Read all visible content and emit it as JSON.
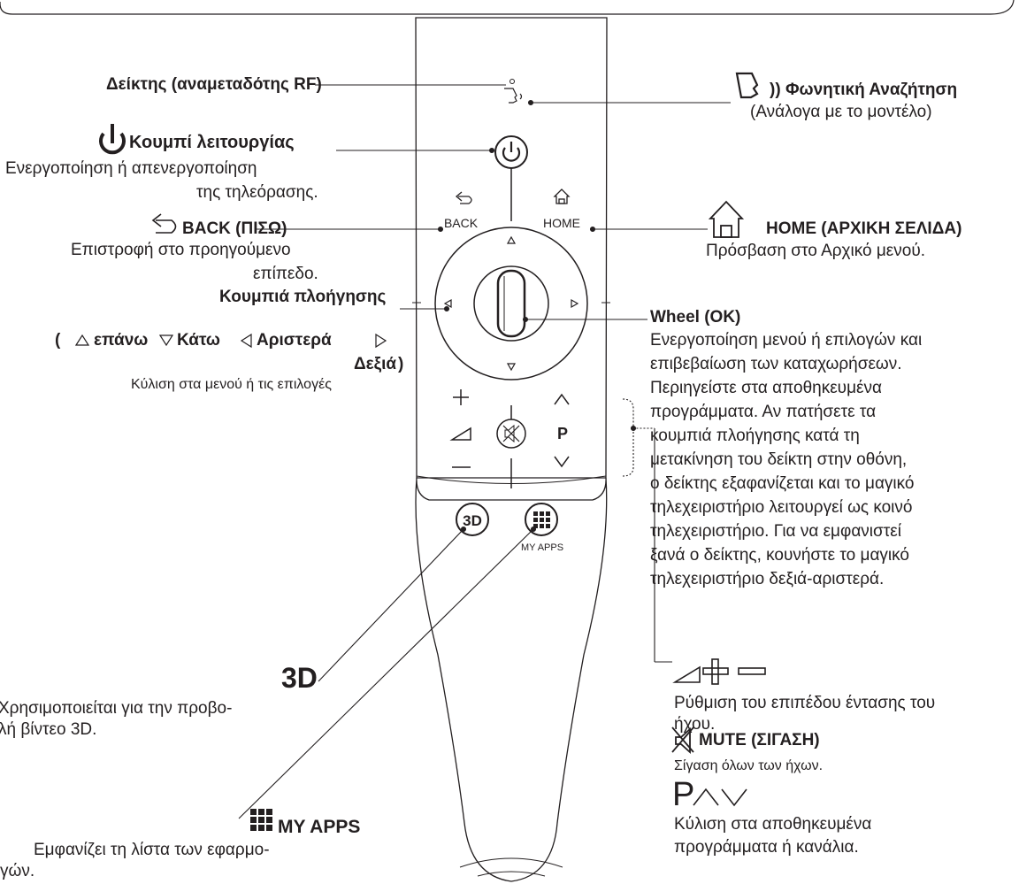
{
  "indicator": {
    "label": "Δείκτης (αναμεταδότης RF)"
  },
  "voice": {
    "title": "Φωνητική Αναζήτηση",
    "note": "(Ανάλογα με το μοντέλο)",
    "icon": "voice-search-icon"
  },
  "power": {
    "title": "Κουμπί λειτουργίας",
    "desc1": "Ενεργοποίηση ή απενεργοποίηση",
    "desc2": "της τηλεόρασης.",
    "icon": "power-icon"
  },
  "back": {
    "title": "BACK (ΠΙΣΩ)",
    "desc1": "Επιστροφή στο προηγούμενο",
    "desc2": "επίπεδο.",
    "icon": "back-arrow-icon"
  },
  "home": {
    "title": "HOME (ΑΡΧΙΚΗ ΣΕΛΙΔΑ)",
    "desc": "Πρόσβαση στο Αρχικό μενού.",
    "icon": "home-icon"
  },
  "nav": {
    "title": "Κουμπιά πλοήγησης",
    "up": "επάνω",
    "down": "Κάτω",
    "left": "Αριστερά",
    "right": "Δεξιά",
    "open": "(",
    "close": ")",
    "desc": "Κύλιση στα μενού ή τις επιλογές"
  },
  "wheel": {
    "title": "Wheel (OK)",
    "lines": [
      "Ενεργοποίηση μενού ή επιλογών και",
      "επιβεβαίωση των καταχωρήσεων.",
      "Περιηγείστε στα αποθηκευμένα",
      "προγράμματα. Αν πατήσετε τα",
      "κουμπιά πλοήγησης κατά τη",
      "μετακίνηση του δείκτη στην οθόνη,",
      "ο δείκτης εξαφανίζεται και το μαγικό",
      "τηλεχειριστήριο λειτουργεί ως κοινό",
      "τηλεχειριστήριο. Για να εμφανιστεί",
      "ξανά ο δείκτης, κουνήστε το μαγικό",
      "τηλεχειριστήριο δεξιά-αριστερά."
    ]
  },
  "volume": {
    "desc1": "Ρύθμιση του επιπέδου έντασης του",
    "desc2": "ήχου."
  },
  "mute": {
    "title": "MUTE (ΣΙΓΑΣΗ)",
    "desc": "Σίγαση όλων των ήχων.",
    "icon": "mute-icon"
  },
  "channel": {
    "letter": "P",
    "desc1": "Κύλιση στα αποθηκευμένα",
    "desc2": "προγράμματα ή κανάλια."
  },
  "three_d": {
    "logo": "3D",
    "desc1": "Χρησιμοποιείται για την προβο-",
    "desc2": "λή βίντεο 3D."
  },
  "apps": {
    "title": "MY APPS",
    "desc1": "Εμφανίζει τη λίστα των εφαρμο-",
    "desc2": "γών.",
    "icon": "grid-apps-icon"
  },
  "remote": {
    "back_label": "BACK",
    "home_label": "HOME",
    "p_label": "P",
    "three_d_label": "3D",
    "myapps_label": "MY APPS"
  }
}
